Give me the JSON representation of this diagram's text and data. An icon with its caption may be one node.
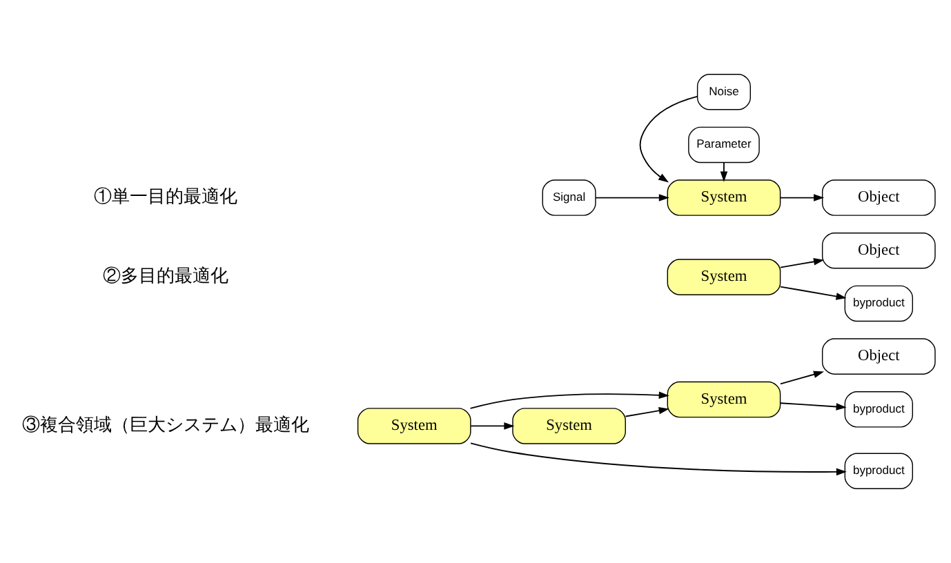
{
  "diagram": {
    "nodes": [
      {
        "text": [
          "Noise"
        ]
      },
      {
        "text": [
          "Signal"
        ]
      },
      {
        "text": [
          "System"
        ]
      },
      {
        "text": [
          "Parameter"
        ]
      },
      {
        "text": [
          "Object"
        ]
      },
      {
        "text": [
          "System"
        ]
      },
      {
        "text": [
          "Object"
        ]
      },
      {
        "text": [
          "byproduct"
        ]
      },
      {
        "text": [
          "System"
        ]
      },
      {
        "text": [
          "System"
        ]
      },
      {
        "text": [
          "Object"
        ]
      },
      {
        "text": [
          "byproduct"
        ]
      },
      {
        "text": [
          "System"
        ]
      },
      {
        "text": [
          "byproduct"
        ]
      }
    ],
    "edges": [
      {
        "from": 0,
        "to": 2,
        "arrow": "to"
      },
      {
        "from": 1,
        "to": 2,
        "arrow": "to"
      },
      {
        "from": 3,
        "to": 2,
        "arrow": "to"
      },
      {
        "from": 2,
        "to": 4,
        "arrow": "to"
      },
      {
        "from": 5,
        "to": 6,
        "arrow": "to"
      },
      {
        "from": 5,
        "to": 7,
        "arrow": "to"
      },
      {
        "from": 8,
        "to": 9,
        "arrow": "to"
      },
      {
        "from": 9,
        "to": 10,
        "arrow": "to"
      },
      {
        "from": 9,
        "to": 11,
        "arrow": "to"
      },
      {
        "from": 12,
        "to": 8,
        "arrow": "to"
      },
      {
        "from": 12,
        "to": 9,
        "arrow": "to"
      },
      {
        "from": 12,
        "to": 13,
        "arrow": "to"
      }
    ],
    "labels": [
      "①単一目的最適化",
      "②多目的最適化",
      "③複合領域（巨大システム）最適化"
    ]
  }
}
